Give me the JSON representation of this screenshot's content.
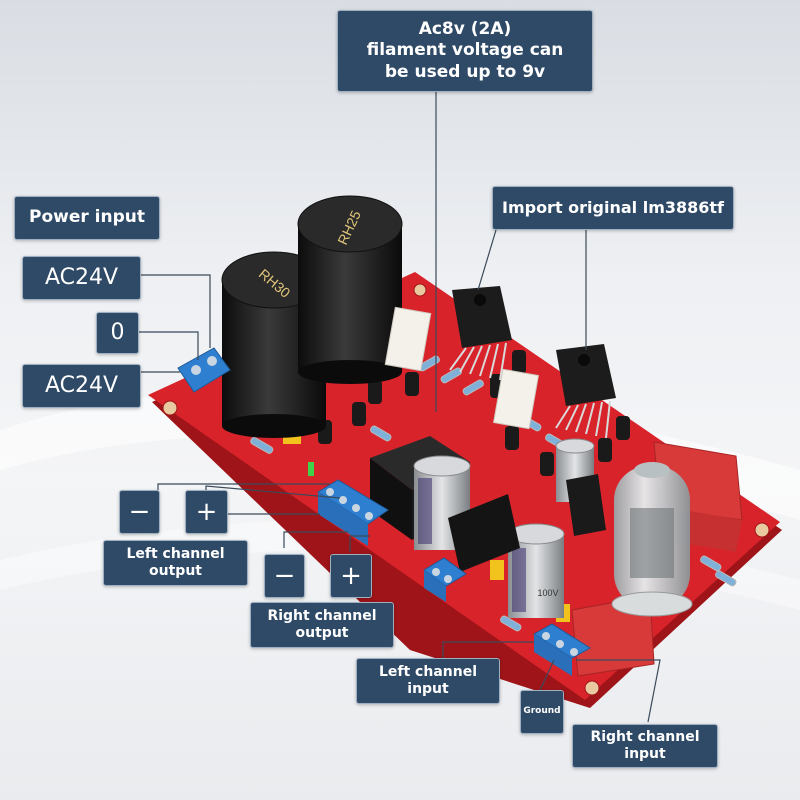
{
  "labels": {
    "filament": [
      "Ac8v (2A)",
      "filament voltage can",
      "be used up to 9v"
    ],
    "chip": "Import original lm3886tf",
    "power_input": "Power input",
    "ac24v_top": "AC24V",
    "zero": "0",
    "ac24v_bottom": "AC24V",
    "left_minus": "−",
    "left_plus": "+",
    "left_output": [
      "Left channel",
      "output"
    ],
    "right_minus": "−",
    "right_plus": "+",
    "right_output": [
      "Right channel",
      "output"
    ],
    "left_input": [
      "Left channel",
      "input"
    ],
    "ground": "Ground",
    "right_input": [
      "Right channel",
      "input"
    ]
  },
  "components": {
    "cap1_marking": "RH30",
    "cap2_marking": "RH25",
    "small_cap_marking": "100V"
  },
  "colors": {
    "label_bg": "#2f4a66",
    "pcb_red": "#d8232a",
    "terminal_blue": "#2f7fd0",
    "capacitor_black": "#1b1b1b",
    "relay_black": "#151515",
    "film_cap_red": "#d83a3a",
    "connector_line": "#3a4a5a"
  }
}
